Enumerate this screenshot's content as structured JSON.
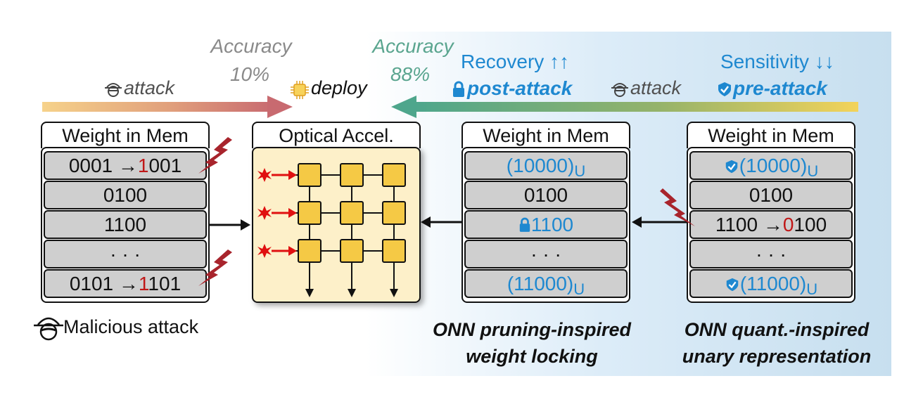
{
  "header": {
    "left_accuracy": "Accuracy",
    "left_accuracy_value": "10%",
    "mid_accuracy": "Accuracy",
    "mid_accuracy_value": "88%",
    "recovery": "Recovery ↑↑",
    "sensitivity": "Sensitivity ↓↓",
    "attack_left": "attack",
    "deploy": "deploy",
    "post_attack": "post-attack",
    "attack_right": "attack",
    "pre_attack": "pre-attack"
  },
  "columns": {
    "mem1": {
      "title": "Weight in Mem",
      "rows": [
        "0001 →",
        "1",
        "001",
        "0100",
        "1100",
        "· · ·",
        "0101 →",
        "1",
        "101"
      ]
    },
    "accel": {
      "title": "Optical Accel."
    },
    "mem2": {
      "title": "Weight in Mem",
      "row1": "(10000)",
      "row1_sub": "U",
      "row2": "0100",
      "row3": "1100",
      "row4": "· · ·",
      "row5": "(11000)",
      "row5_sub": "U"
    },
    "mem3": {
      "title": "Weight in Mem",
      "row1": "(10000)",
      "row1_sub": "U",
      "row2": "0100",
      "row3_pre": "1100 →",
      "row3_red": "0",
      "row3_post": "100",
      "row4": "· · ·",
      "row5": "(11000)",
      "row5_sub": "U"
    }
  },
  "captions": {
    "malicious": "Malicious attack",
    "locking_l1": "ONN pruning-inspired",
    "locking_l2": "weight locking",
    "unary_l1": "ONN quant.-inspired",
    "unary_l2": "unary representation"
  },
  "colors": {
    "blue": "#1e88d0",
    "red": "#c01818",
    "cell_gray": "#cfcfcf",
    "accel_bg": "#fdf0c9",
    "pe_yellow": "#f5c945",
    "lightning": "#a8242c"
  }
}
